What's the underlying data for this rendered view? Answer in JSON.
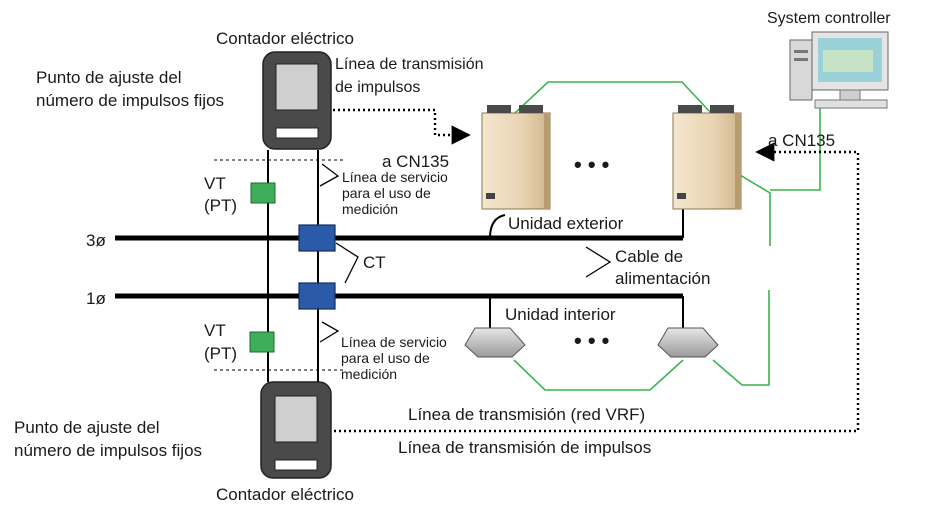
{
  "labels": {
    "meter_top": "Contador eléctrico",
    "meter_bottom": "Contador eléctrico",
    "system_controller": "System controller",
    "pulse_line_top": [
      "Línea de transmisión",
      "de impulsos"
    ],
    "setpoint_top": [
      "Punto de ajuste del",
      "número de impulsos fijos"
    ],
    "setpoint_bottom": [
      "Punto de ajuste del",
      "número de impulsos fijos"
    ],
    "cn135_left": "a CN135",
    "cn135_right": "a CN135",
    "vt_top": [
      "VT",
      "(PT)"
    ],
    "vt_bottom": [
      "VT",
      "(PT)"
    ],
    "service_line_top": [
      "Línea de servicio",
      "para el uso de",
      "medición"
    ],
    "service_line_bottom": [
      "Línea de servicio",
      "para el uso de",
      "medición"
    ],
    "outdoor_unit": "Unidad exterior",
    "indoor_unit": "Unidad interior",
    "three_phase": "3ø",
    "single_phase": "1ø",
    "ct": "CT",
    "power_cable": [
      "Cable de",
      "alimentación"
    ],
    "transmission_vrf": "Línea de transmisión (red VRF)",
    "pulse_line_bottom": "Línea de transmisión de impulsos",
    "ellipsis_outdoor": "• • •",
    "ellipsis_indoor": "• • •"
  },
  "colors": {
    "bus_line": "#000000",
    "ct_block": "#2a5aa8",
    "vt_block": "#3fae5a",
    "vrf_network": "#3cb44b",
    "pulse_line": "#000000",
    "meter_body": "#4a4a4a"
  }
}
